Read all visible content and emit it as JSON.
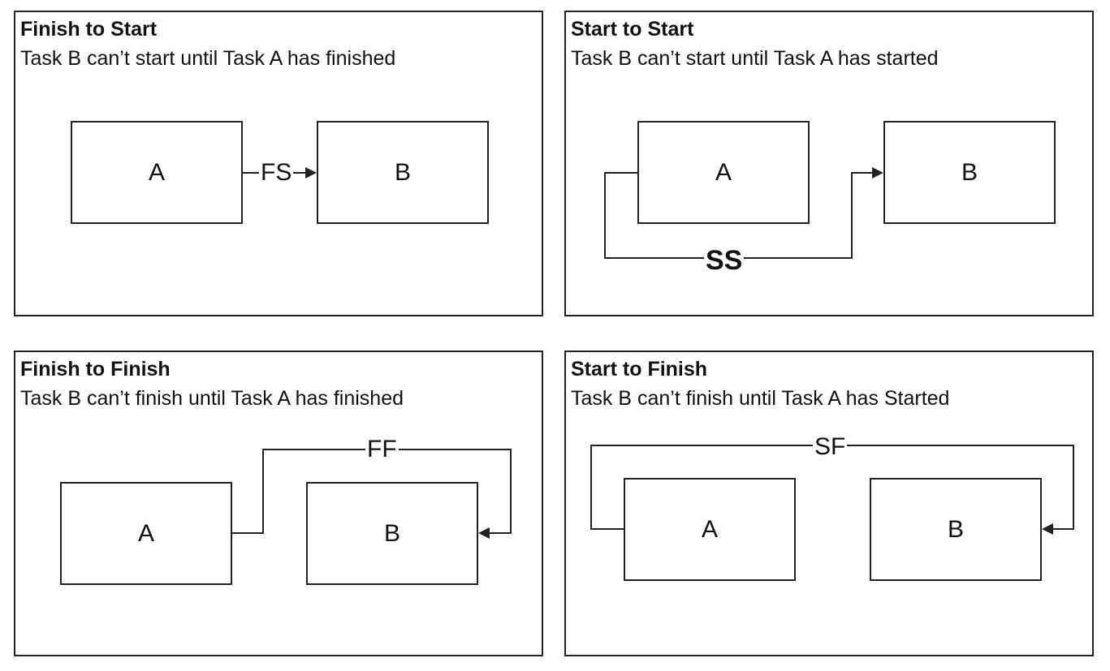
{
  "panels": {
    "fs": {
      "title": "Finish to Start",
      "description": "Task B can’t start until Task A has finished",
      "task_a": "A",
      "task_b": "B",
      "link_label": "FS"
    },
    "ss": {
      "title": "Start to Start",
      "description": "Task B can’t start until Task A has started",
      "task_a": "A",
      "task_b": "B",
      "link_label": "SS"
    },
    "ff": {
      "title": "Finish to Finish",
      "description": "Task B can’t finish until Task A has finished",
      "task_a": "A",
      "task_b": "B",
      "link_label": "FF"
    },
    "sf": {
      "title": "Start to Finish",
      "description": "Task B can’t finish until Task A has Started",
      "task_a": "A",
      "task_b": "B",
      "link_label": "SF"
    }
  },
  "colors": {
    "line": "#222222",
    "background": "#ffffff",
    "text": "#111111"
  }
}
